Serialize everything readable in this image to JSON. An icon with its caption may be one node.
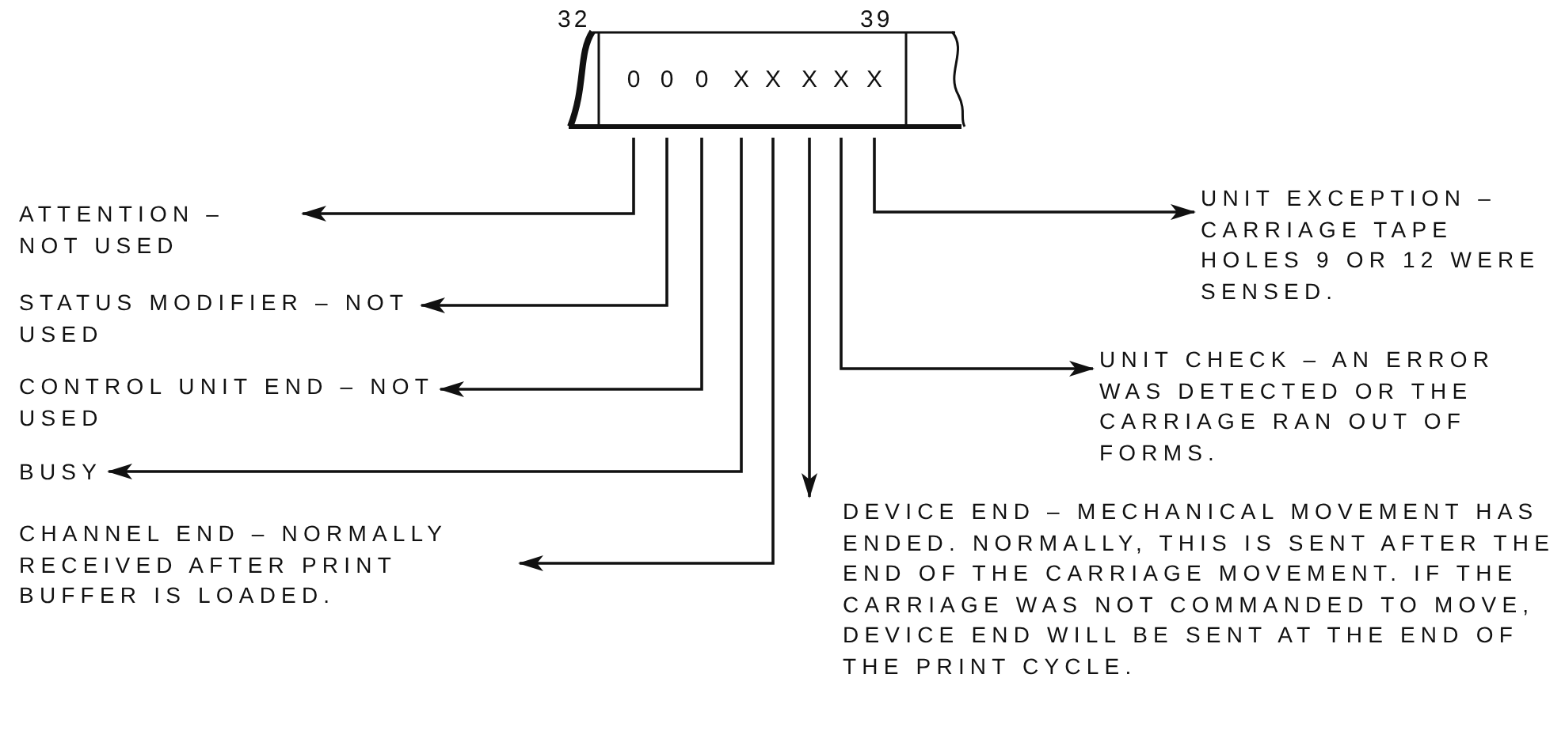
{
  "diagram": {
    "nodes": [
      {
        "text": [],
        "shape": "box"
      },
      {
        "text": [
          "0"
        ],
        "in": 0
      },
      {
        "text": [
          "0"
        ],
        "in": 0
      },
      {
        "text": [
          "0"
        ],
        "in": 0
      },
      {
        "text": [
          "X"
        ],
        "in": 0
      },
      {
        "text": [
          "X"
        ],
        "in": 0
      },
      {
        "text": [
          "X"
        ],
        "in": 0
      },
      {
        "text": [
          "X"
        ],
        "in": 0
      },
      {
        "text": [
          "X"
        ],
        "in": 0
      },
      {
        "text": [
          "ATTENTION – NOT USED"
        ]
      },
      {
        "text": [
          "STATUS MODIFIER – NOT USED"
        ]
      },
      {
        "text": [
          "CONTROL UNIT END – NOT USED"
        ]
      },
      {
        "text": [
          "BUSY"
        ]
      },
      {
        "text": [
          "CHANNEL END – NORMALLY RECEIVED AFTER PRINT BUFFER IS LOADED."
        ]
      },
      {
        "text": [
          "DEVICE END – MECHANICAL MOVEMENT HAS ENDED. NORMALLY, THIS IS SENT AFTER THE END OF THE CARRIAGE MOVEMENT. IF THE CARRIAGE WAS NOT COMMANDED TO MOVE, DEVICE END WILL BE SENT AT THE END OF THE PRINT CYCLE."
        ]
      },
      {
        "text": [
          "UNIT CHECK – AN ERROR WAS DETECTED OR THE CARRIAGE RAN OUT OF FORMS."
        ]
      },
      {
        "text": [
          "UNIT EXCEPTION – CARRIAGE TAPE HOLES 9 OR 12 WERE SENSED."
        ]
      }
    ],
    "edges": [
      {
        "from": 1,
        "to": 9,
        "arrow": "to"
      },
      {
        "from": 2,
        "to": 10,
        "arrow": "to"
      },
      {
        "from": 3,
        "to": 11,
        "arrow": "to"
      },
      {
        "from": 4,
        "to": 12,
        "arrow": "to"
      },
      {
        "from": 5,
        "to": 13,
        "arrow": "to"
      },
      {
        "from": 6,
        "to": 14,
        "arrow": "to"
      },
      {
        "from": 7,
        "to": 15,
        "arrow": "to"
      },
      {
        "from": 8,
        "to": 16,
        "arrow": "to"
      }
    ],
    "labels": [
      "32",
      "39"
    ]
  }
}
